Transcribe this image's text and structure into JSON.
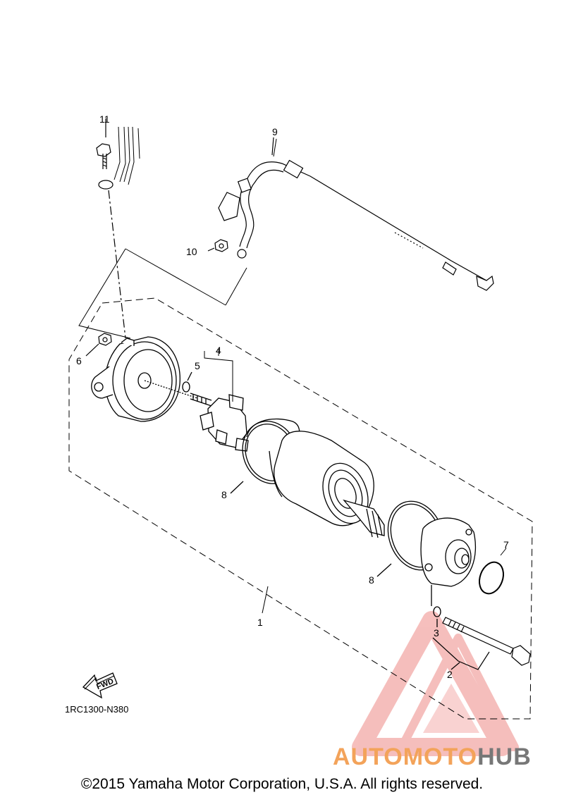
{
  "diagram": {
    "part_labels": {
      "p1": "1",
      "p2": "2",
      "p3": "3",
      "p4": "4",
      "p5": "5",
      "p6": "6",
      "p7": "7",
      "p8a": "8",
      "p8b": "8",
      "p9": "9",
      "p10": "10",
      "p11": "11"
    },
    "diagram_code": "1RC1300-N380",
    "fwd_label": "FWD"
  },
  "footer": {
    "copyright": "©2015 Yamaha Motor Corporation, U.S.A. All rights reserved."
  },
  "watermark": {
    "auto": "AUTO",
    "moto": "MOTO",
    "hub": "HUB",
    "triangle_color": "#f08a82"
  }
}
